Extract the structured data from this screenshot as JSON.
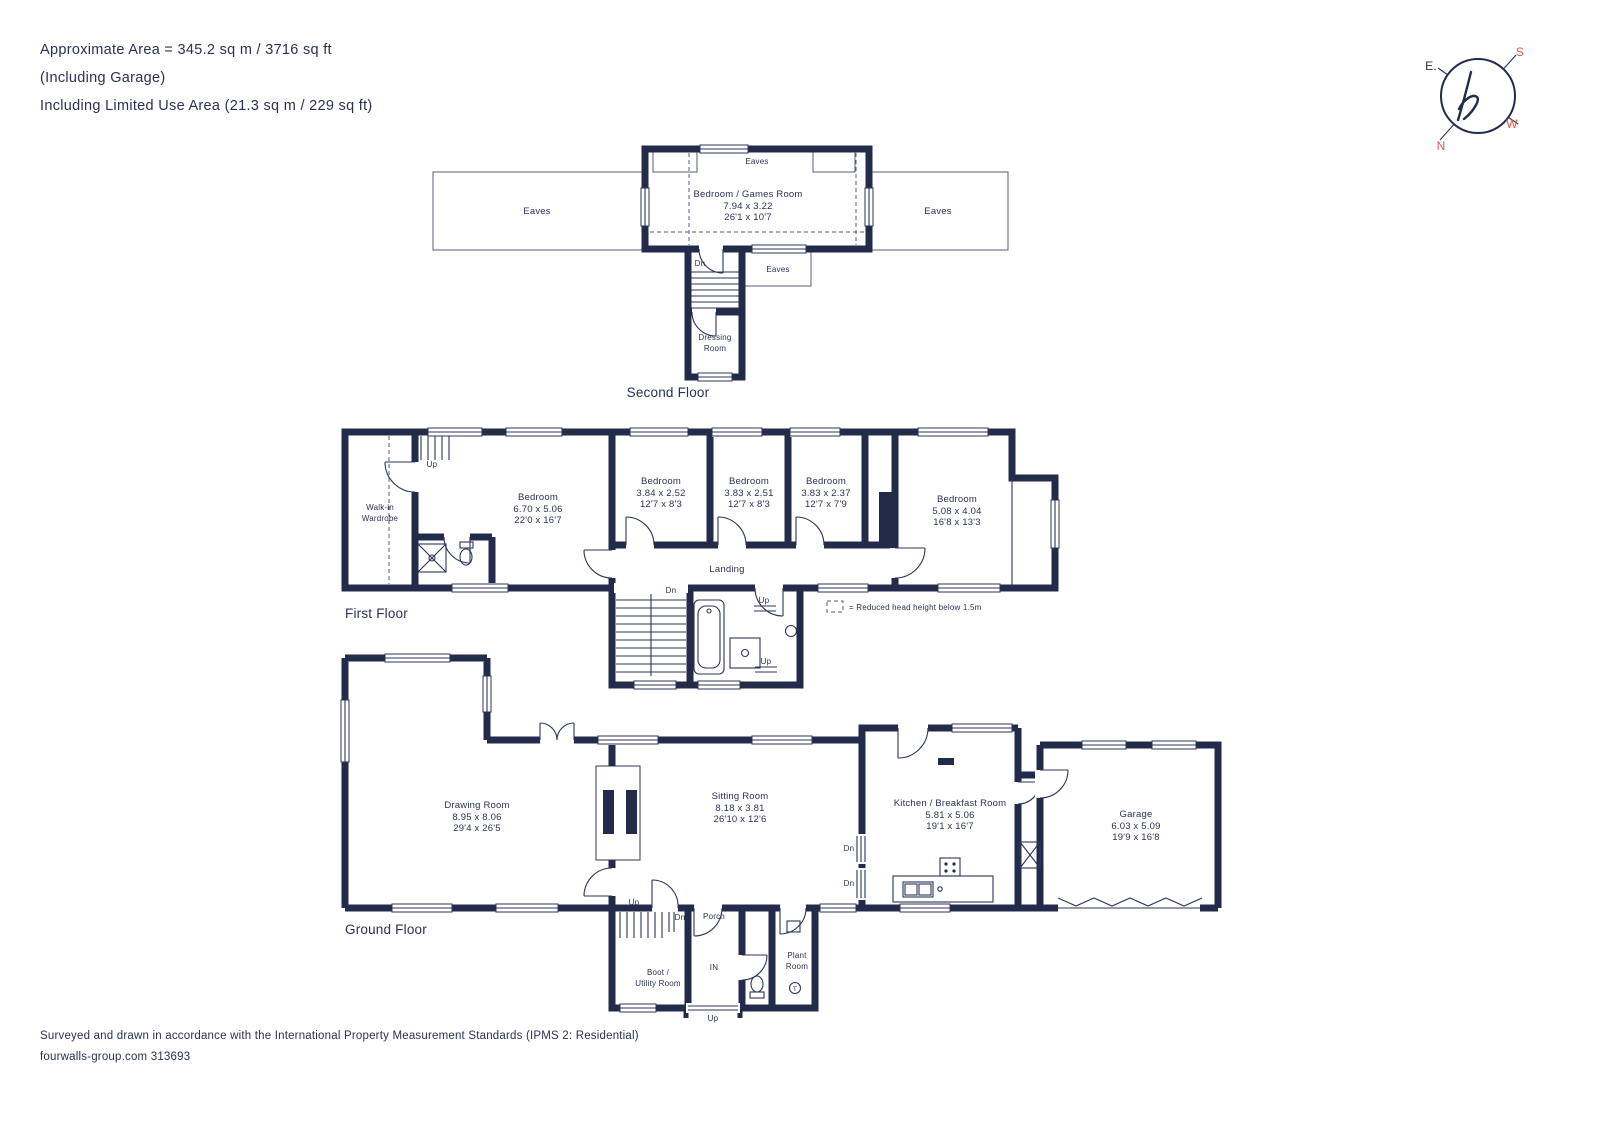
{
  "colors": {
    "ink": "#232b4b",
    "accent_red": "#e2574c"
  },
  "header": {
    "area_line": "Approximate Area = 345.2 sq m / 3716 sq ft",
    "garage_line": "(Including Garage)",
    "limited_line": "Including Limited Use Area (21.3 sq m / 229 sq ft)"
  },
  "compass": {
    "n": "N",
    "e": "E.",
    "s": "S",
    "w": "W"
  },
  "second_floor": {
    "title": "Second Floor",
    "eaves_left": "Eaves",
    "eaves_right": "Eaves",
    "eaves_top": "Eaves",
    "eaves_mid": "Eaves",
    "bedroom_games": {
      "name": "Bedroom / Games Room",
      "m": "7.94 x 3.22",
      "ft": "26'1 x 10'7"
    },
    "dn": "Dn",
    "dressing_line1": "Dressing",
    "dressing_line2": "Room"
  },
  "first_floor": {
    "title": "First Floor",
    "walkin_line1": "Walk-in",
    "walkin_line2": "Wardrobe",
    "up1": "Up",
    "bedroom_main": {
      "name": "Bedroom",
      "m": "6.70 x 5.06",
      "ft": "22'0 x 16'7"
    },
    "bedroom2": {
      "name": "Bedroom",
      "m": "3.84 x 2.52",
      "ft": "12'7 x 8'3"
    },
    "bedroom3": {
      "name": "Bedroom",
      "m": "3.83 x 2.51",
      "ft": "12'7 x 8'3"
    },
    "bedroom4": {
      "name": "Bedroom",
      "m": "3.83 x 2.37",
      "ft": "12'7 x 7'9"
    },
    "bedroom5": {
      "name": "Bedroom",
      "m": "5.08 x 4.04",
      "ft": "16'8 x 13'3"
    },
    "landing": "Landing",
    "dn": "Dn",
    "up2": "Up",
    "up3": "Up",
    "legend": "= Reduced head height below 1.5m"
  },
  "ground_floor": {
    "title": "Ground Floor",
    "drawing_room": {
      "name": "Drawing Room",
      "m": "8.95 x 8.06",
      "ft": "29'4 x 26'5"
    },
    "sitting_room": {
      "name": "Sitting Room",
      "m": "8.18 x 3.81",
      "ft": "26'10 x 12'6"
    },
    "kitchen": {
      "name": "Kitchen / Breakfast Room",
      "m": "5.81 x 5.06",
      "ft": "19'1 x 16'7"
    },
    "garage": {
      "name": "Garage",
      "m": "6.03 x 5.09",
      "ft": "19'9 x 16'8"
    },
    "dn1": "Dn",
    "dn2": "Dn",
    "up_stairs": "Up",
    "dn3": "Dn",
    "porch": "Porch",
    "in_label": "IN",
    "boot_line1": "Boot /",
    "boot_line2": "Utility Room",
    "plant_line1": "Plant",
    "plant_line2": "Room",
    "up_porch": "Up",
    "t_marker": "T"
  },
  "footer": {
    "ipms_line": "Surveyed and drawn in accordance with the International Property Measurement Standards (IPMS 2: Residential)",
    "brand_line": "fourwalls-group.com 313693"
  }
}
